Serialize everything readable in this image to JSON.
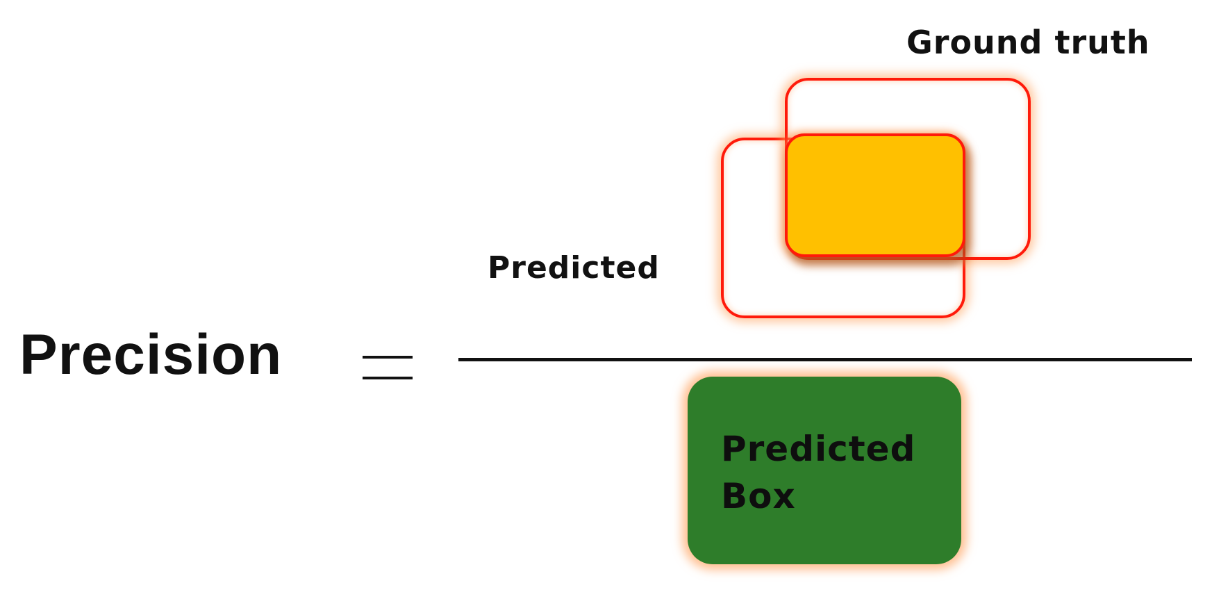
{
  "precision_label": "Precision",
  "numerator": {
    "ground_truth_label": "Ground truth",
    "predicted_label": "Predicted"
  },
  "denominator": {
    "label_line1": "Predicted",
    "label_line2": "Box"
  },
  "colors": {
    "outline": "#ff1a0a",
    "intersection_fill": "#ffc000",
    "predicted_box_fill": "#2e7d2a",
    "glow": "#ffa064",
    "text": "#111111"
  }
}
